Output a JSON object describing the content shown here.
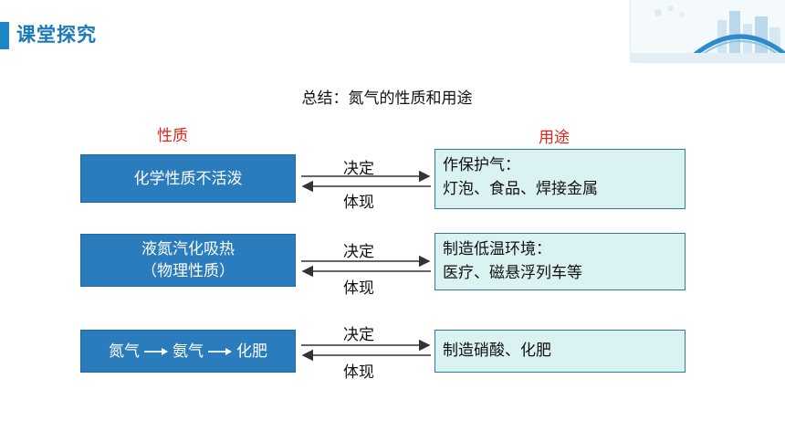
{
  "header": {
    "title": "课堂探究"
  },
  "summary": {
    "title": "总结：氮气的性质和用途"
  },
  "columns": {
    "left": "性质",
    "right": "用途"
  },
  "rows": [
    {
      "property_lines": [
        "化学性质不活泼"
      ],
      "usage_lines": [
        "作保护气：",
        "灯泡、食品、焊接金属"
      ],
      "forward": "决定",
      "backward": "体现"
    },
    {
      "property_lines": [
        "液氮汽化吸热",
        "（物理性质）"
      ],
      "usage_lines": [
        "制造低温环境：",
        "医疗、磁悬浮列车等"
      ],
      "forward": "决定",
      "backward": "体现"
    },
    {
      "property_flow": [
        "氮气",
        "氨气",
        "化肥"
      ],
      "usage_lines": [
        "制造硝酸、化肥"
      ],
      "forward": "决定",
      "backward": "体现"
    }
  ],
  "colors": {
    "accent": "#1f86c6",
    "left_box": "#2a7cbc",
    "right_box": "#daf2f2",
    "column_label": "#e0261f"
  }
}
